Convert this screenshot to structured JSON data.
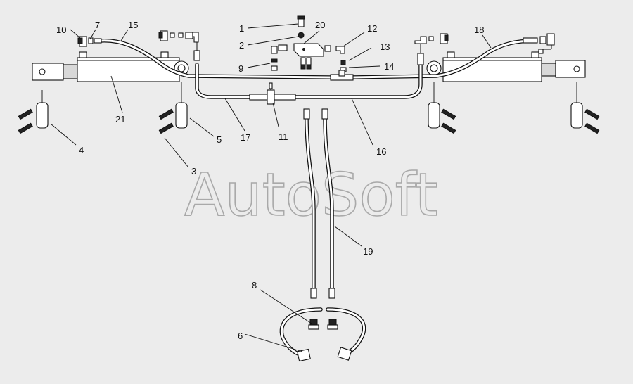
{
  "watermark": "AutoSoft",
  "callouts": [
    {
      "id": "c1",
      "text": "1"
    },
    {
      "id": "c2",
      "text": "2"
    },
    {
      "id": "c3",
      "text": "3"
    },
    {
      "id": "c4",
      "text": "4"
    },
    {
      "id": "c5",
      "text": "5"
    },
    {
      "id": "c6",
      "text": "6"
    },
    {
      "id": "c7",
      "text": "7"
    },
    {
      "id": "c8",
      "text": "8"
    },
    {
      "id": "c9",
      "text": "9"
    },
    {
      "id": "c10",
      "text": "10"
    },
    {
      "id": "c11",
      "text": "11"
    },
    {
      "id": "c12",
      "text": "12"
    },
    {
      "id": "c13",
      "text": "13"
    },
    {
      "id": "c14",
      "text": "14"
    },
    {
      "id": "c15",
      "text": "15"
    },
    {
      "id": "c16",
      "text": "16"
    },
    {
      "id": "c17",
      "text": "17"
    },
    {
      "id": "c18",
      "text": "18"
    },
    {
      "id": "c19",
      "text": "19"
    },
    {
      "id": "c20",
      "text": "20"
    },
    {
      "id": "c21",
      "text": "21"
    }
  ],
  "colors": {
    "background": "#ececec",
    "line": "#111111",
    "watermark": "#a9a9a9"
  }
}
